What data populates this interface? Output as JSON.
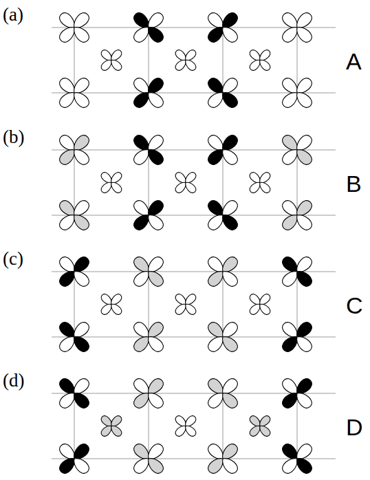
{
  "diagram": {
    "labels": [
      "(a)",
      "A",
      "(b)",
      "B",
      "(c)",
      "C",
      "(d)",
      "D"
    ]
  }
}
